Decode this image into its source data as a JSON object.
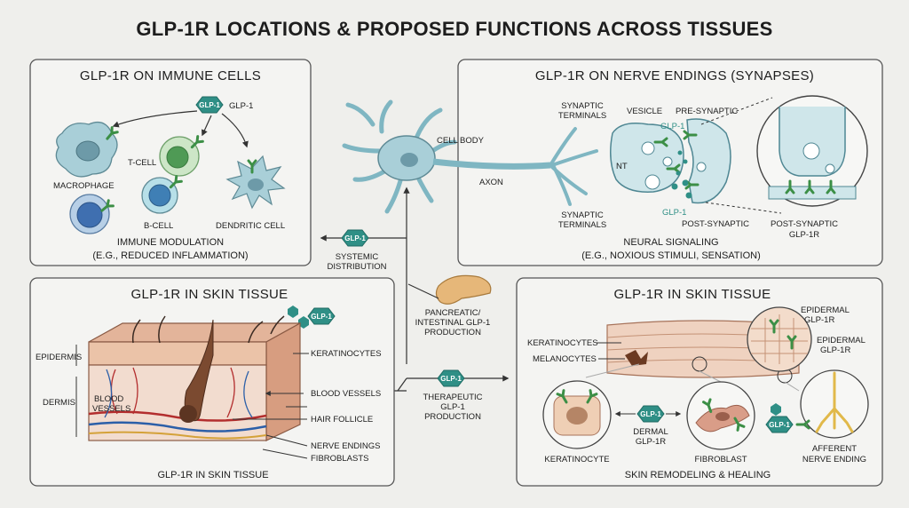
{
  "title": "GLP-1R LOCATIONS & PROPOSED FUNCTIONS ACROSS TISSUES",
  "glp_badge": "GLP-1",
  "colors": {
    "teal": "#2f8f86",
    "green": "#4f9a55",
    "cell_blue": "#a9cfd8",
    "skin_pink": "#e9c2ae",
    "background": "#efefec"
  },
  "immune": {
    "title": "GLP-1R ON IMMUNE CELLS",
    "glp1_label": "GLP-1",
    "macrophage": "MACROPHAGE",
    "tcell": "T-CELL",
    "bcell": "B-CELL",
    "dendritic": "DENDRITIC CELL",
    "caption1": "IMMUNE MODULATION",
    "caption2": "(E.G., REDUCED INFLAMMATION)"
  },
  "center": {
    "cell_body": "CELL BODY",
    "axon": "AXON",
    "syn_top1": "SYNAPTIC",
    "syn_top2": "TERMINALS",
    "syn_bot1": "SYNAPTIC",
    "syn_bot2": "TERMINALS",
    "systemic1": "SYSTEMIC",
    "systemic2": "DISTRIBUTION",
    "pancreatic1": "PANCREATIC/",
    "pancreatic2": "INTESTINAL GLP-1",
    "pancreatic3": "PRODUCTION",
    "therapeutic1": "THERAPEUTIC",
    "therapeutic2": "GLP-1",
    "therapeutic3": "PRODUCTION"
  },
  "nerve": {
    "title": "GLP-1R ON NERVE ENDINGS (SYNAPSES)",
    "vesicle": "VESICLE",
    "pre_synaptic": "PRE-SYNAPTIC",
    "glp1_a": "GLP-1",
    "glp1_b": "GLP-1",
    "nt": "NT",
    "post_synaptic": "POST-SYNAPTIC",
    "post_r1": "POST-SYNAPTIC",
    "post_r2": "GLP-1R",
    "caption1": "NEURAL SIGNALING",
    "caption2": "(E.G., NOXIOUS STIMULI, SENSATION)"
  },
  "skin_left": {
    "title": "GLP-1R IN SKIN TISSUE",
    "epidermis": "EPIDERMIS",
    "dermis": "DERMIS",
    "blood_vessels_1": "BLOOD",
    "blood_vessels_2": "VESSELS",
    "keratinocytes": "KERATINOCYTES",
    "blood_vessels_r": "BLOOD VESSELS",
    "hair_follicle": "HAIR FOLLICLE",
    "nerve_endings": "NERVE ENDINGS",
    "fibroblasts": "FIBROBLASTS",
    "caption": "GLP-1R IN SKIN TISSUE"
  },
  "skin_right": {
    "title": "GLP-1R IN SKIN TISSUE",
    "keratinocytes_top": "KERATINOCYTES",
    "melanocytes": "MELANOCYTES",
    "epi1_a": "EPIDERMAL",
    "epi1_b": "GLP-1R",
    "epi2_a": "EPIDERMAL",
    "epi2_b": "GLP-1R",
    "keratinocyte": "KERATINOCYTE",
    "dermal_a": "DERMAL",
    "dermal_b": "GLP-1R",
    "fibroblast": "FIBROBLAST",
    "afferent1": "AFFERENT",
    "afferent2": "NERVE ENDING",
    "caption": "SKIN REMODELING & HEALING"
  }
}
